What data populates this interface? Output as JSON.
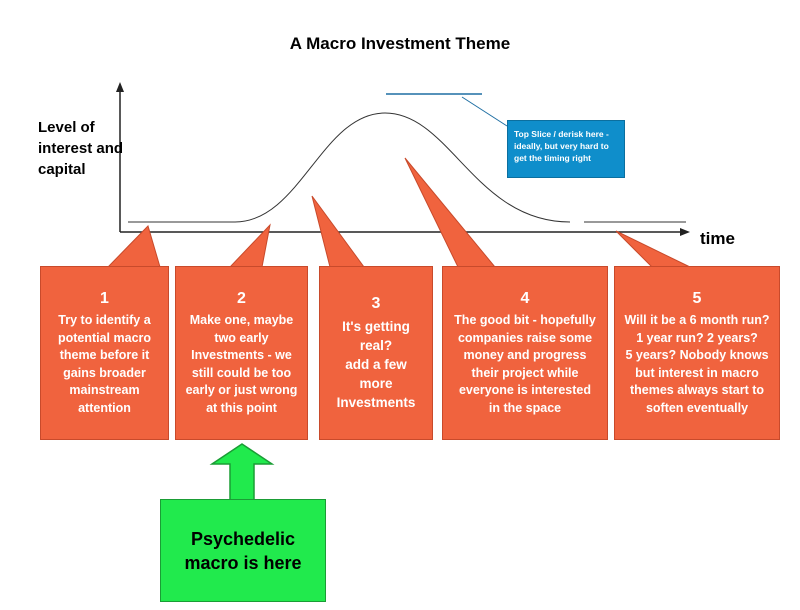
{
  "title": "A Macro Investment Theme",
  "y_axis_label": [
    "Level of",
    "interest and",
    "capital"
  ],
  "x_axis_label": "time",
  "top_slice_note": [
    "Top Slice / derisk here -",
    "ideally, but very hard to",
    "get the timing right"
  ],
  "stages": [
    {
      "number": "1",
      "lines": [
        "Try to identify a",
        "potential macro",
        "theme before it",
        "gains broader",
        "mainstream",
        "attention"
      ]
    },
    {
      "number": "2",
      "lines": [
        "Make one, maybe",
        "two early",
        "Investments - we",
        "still could be too",
        "early or just wrong",
        "at this point"
      ]
    },
    {
      "number": "3",
      "lines": [
        "It's getting",
        "real?",
        "add a few",
        "more",
        "Investments"
      ]
    },
    {
      "number": "4",
      "lines": [
        "The good bit - hopefully",
        "companies raise some",
        "money and progress",
        "their project while",
        "everyone is interested",
        "in the space"
      ]
    },
    {
      "number": "5",
      "lines": [
        "Will it be a 6 month run?",
        "1 year run? 2 years?",
        "5 years? Nobody knows",
        "but interest in macro",
        "themes always start to",
        "soften eventually"
      ]
    }
  ],
  "callout": [
    "Psychedelic",
    "macro is here"
  ],
  "colors": {
    "stage_fill": "#f0633e",
    "top_slice_fill": "#0f8ecb",
    "callout_fill": "#21ea4d",
    "curve": "#333333",
    "top_line": "#1f6fa3"
  }
}
